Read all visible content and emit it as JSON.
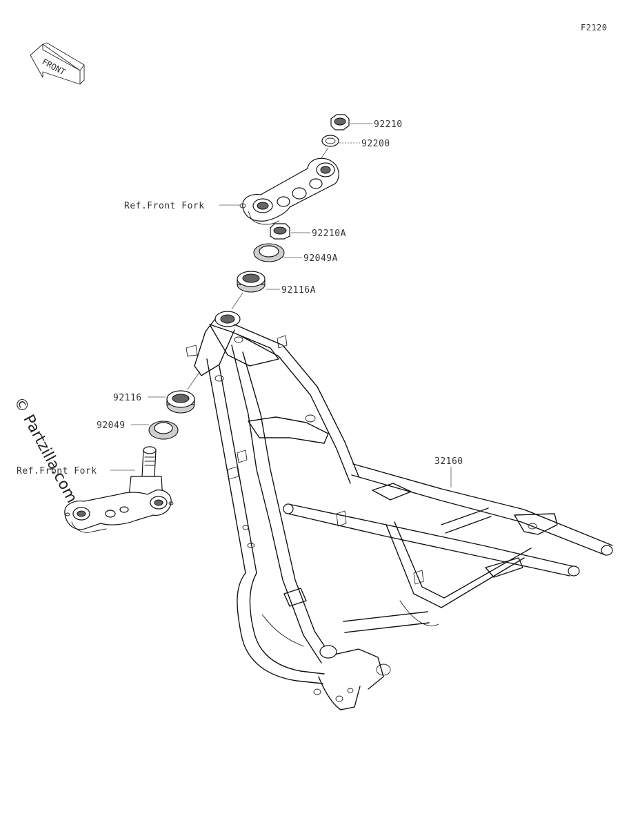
{
  "figure_code": "F2120",
  "front_badge": "FRONT",
  "watermark": "© Partzilla.com",
  "labels": {
    "p92210": "92210",
    "p92200": "92200",
    "ref_front_fork_top": "Ref.Front Fork",
    "p92210A": "92210A",
    "p92049A": "92049A",
    "p92116A": "92116A",
    "p92116": "92116",
    "p92049": "92049",
    "ref_front_fork_bottom": "Ref.Front Fork",
    "p32160": "32160"
  }
}
